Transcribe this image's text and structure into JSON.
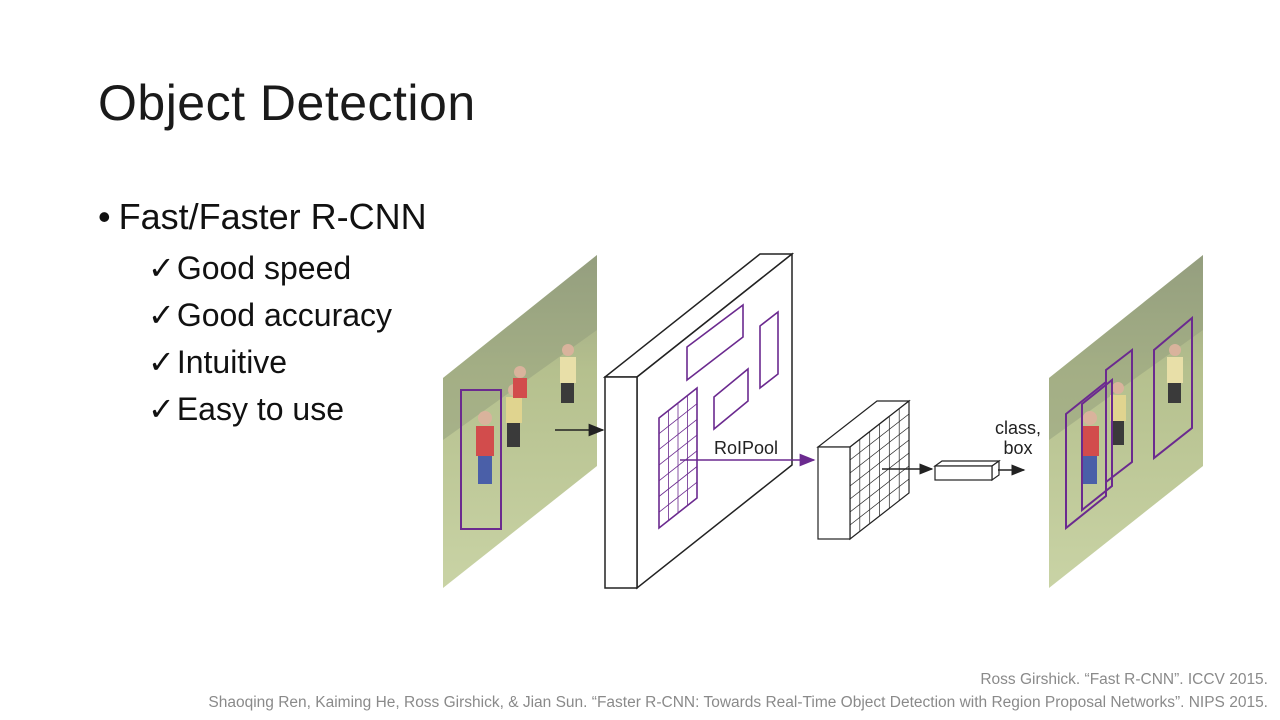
{
  "slide": {
    "title": "Object Detection",
    "bullet": {
      "marker": "•",
      "text": "Fast/Faster R-CNN"
    },
    "checks": [
      {
        "mark": "✓",
        "text": "Good speed"
      },
      {
        "mark": "✓",
        "text": "Good accuracy"
      },
      {
        "mark": "✓",
        "text": "Intuitive"
      },
      {
        "mark": "✓",
        "text": "Easy to use"
      }
    ]
  },
  "diagram": {
    "roipool_label": "RoIPool",
    "output_label_line1": "class,",
    "output_label_line2": "box",
    "accent_color": "#6b2a8f"
  },
  "references": {
    "line1": "Ross Girshick. “Fast R-CNN”. ICCV 2015.",
    "line2": "Shaoqing Ren, Kaiming He, Ross Girshick, & Jian Sun. “Faster R-CNN: Towards Real-Time Object Detection with Region Proposal Networks”. NIPS 2015."
  }
}
